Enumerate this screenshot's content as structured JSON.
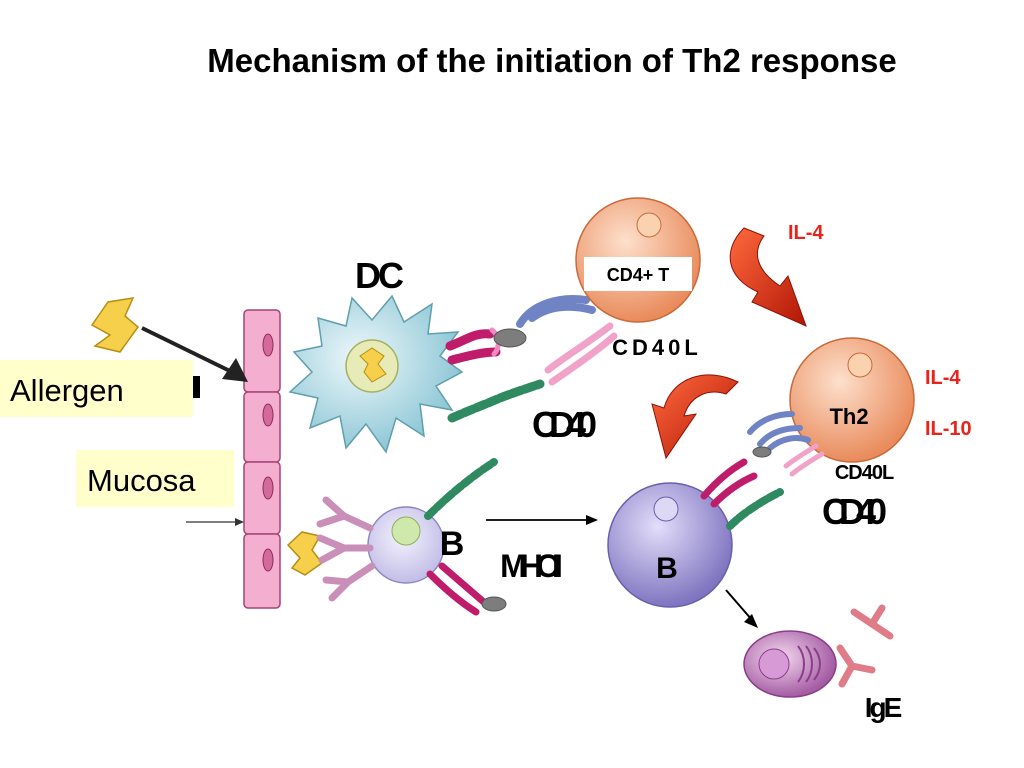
{
  "title": "Mechanism of the initiation of Th2 response",
  "labels": {
    "dc": "DC",
    "cd4t": "CD4+ T",
    "cd40l_top": "CD40L",
    "th2": "Th2",
    "cd40l_right": "CD40L",
    "cd40_left": "CD40",
    "cd40_right": "CD40",
    "b_small": "B",
    "b_large": "B",
    "mhc": "MHCII",
    "ige": "IgE",
    "il4_top": "IL-4",
    "il4_right": "IL-4",
    "il10": "IL-10",
    "allergen": "Allergen",
    "mucosa": "Mucosa"
  },
  "colors": {
    "red_text": "#e8241a",
    "label_box": "#ffffcc",
    "mucosa_pink": "#f3aed0",
    "dc_cyan": "#b6dde6",
    "t_cell_orange": "#f2a27a",
    "b_cell_purple": "#9f95cf",
    "plasma_cell": "#c77bc1"
  }
}
